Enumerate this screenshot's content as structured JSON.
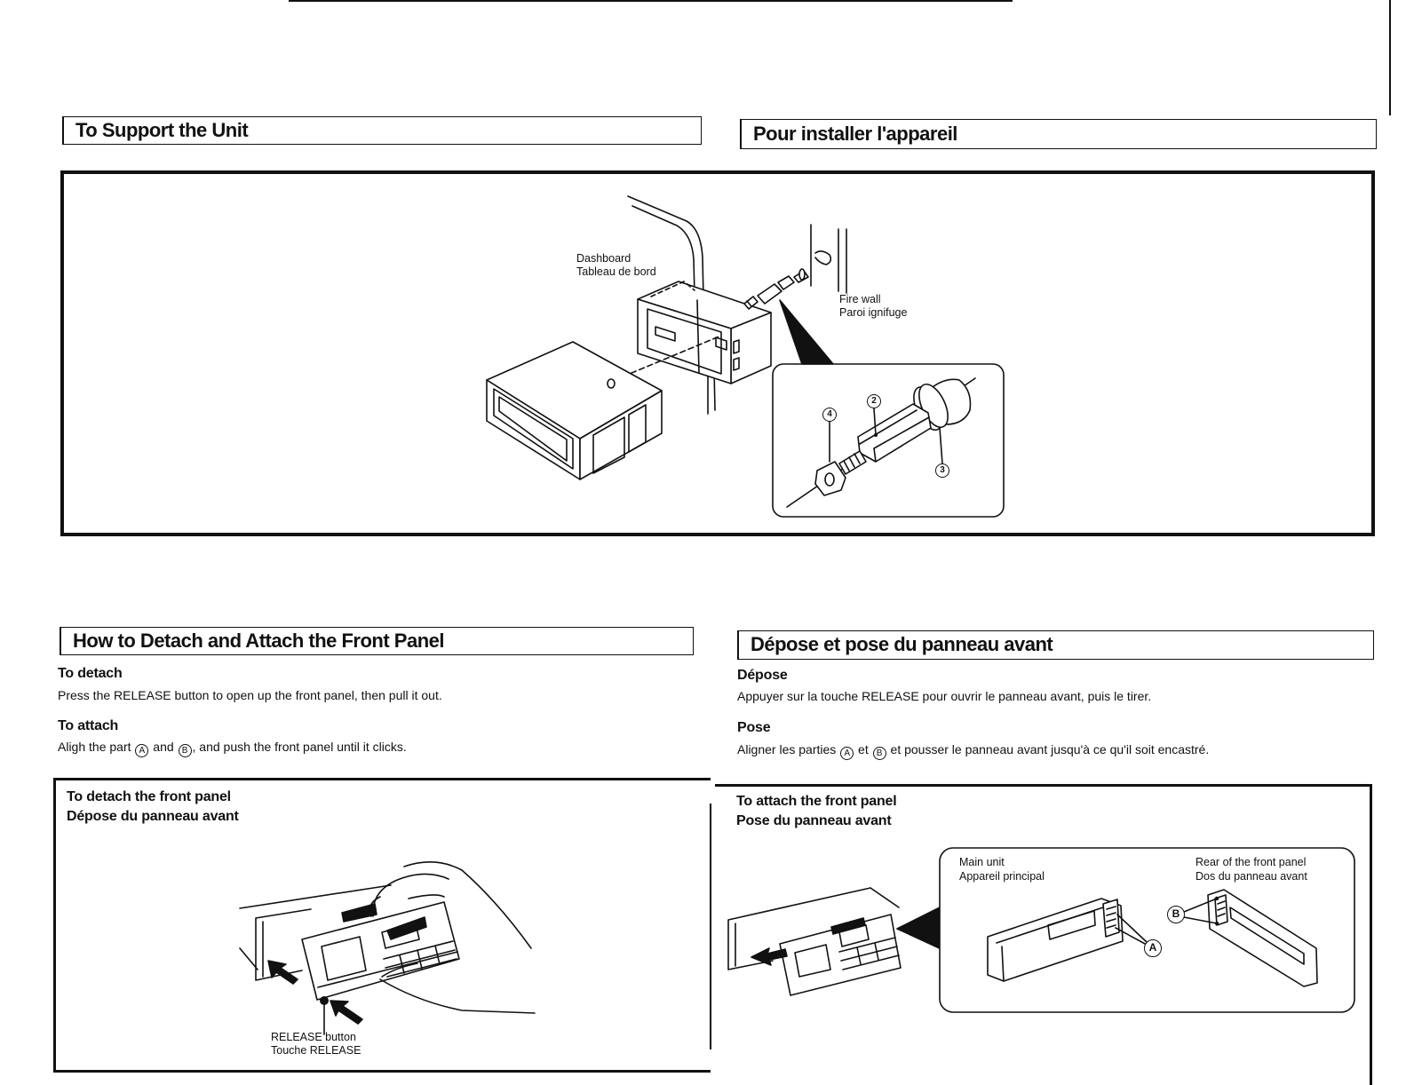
{
  "support_section": {
    "title_en": "To Support the Unit",
    "title_fr": "Pour installer l'appareil",
    "dashboard_label_en": "Dashboard",
    "dashboard_label_fr": "Tableau de bord",
    "firewall_label_en": "Fire wall",
    "firewall_label_fr": "Paroi ignifuge",
    "callouts": [
      "4",
      "2",
      "3"
    ]
  },
  "front_panel_section": {
    "title_en": "How to Detach and Attach the Front Panel",
    "title_fr": "Dépose et pose du panneau avant",
    "en": {
      "detach_heading": "To detach",
      "detach_text": "Press the RELEASE button to open up the front panel, then pull it out.",
      "attach_heading": "To attach",
      "attach_text_before_a": "Aligh the part ",
      "mark_a": "A",
      "attach_text_between": " and ",
      "mark_b": "B",
      "attach_text_after_b": ", and push the front panel until it clicks."
    },
    "fr": {
      "detach_heading": "Dépose",
      "detach_text": "Appuyer sur la touche RELEASE pour ouvrir le panneau avant, puis le tirer.",
      "attach_heading": "Pose",
      "attach_text_before_a": "Aligner les parties ",
      "mark_a": "A",
      "attach_text_between": " et ",
      "mark_b": "B",
      "attach_text_after_b": " et pousser le panneau avant jusqu'à ce qu'il soit encastré."
    }
  },
  "detach_figure": {
    "title_en": "To detach the front panel",
    "title_fr": "Dépose du panneau avant",
    "release_label_en": "RELEASE button",
    "release_label_fr": "Touche RELEASE"
  },
  "attach_figure": {
    "title_en": "To attach the front panel",
    "title_fr": "Pose du panneau avant",
    "main_unit_label_en": "Main unit",
    "main_unit_label_fr": "Appareil principal",
    "rear_panel_label_en": "Rear of the front panel",
    "rear_panel_label_fr": "Dos du panneau avant",
    "mark_b": "B",
    "mark_a": "A"
  },
  "colors": {
    "ink": "#111111",
    "paper": "#ffffff"
  }
}
